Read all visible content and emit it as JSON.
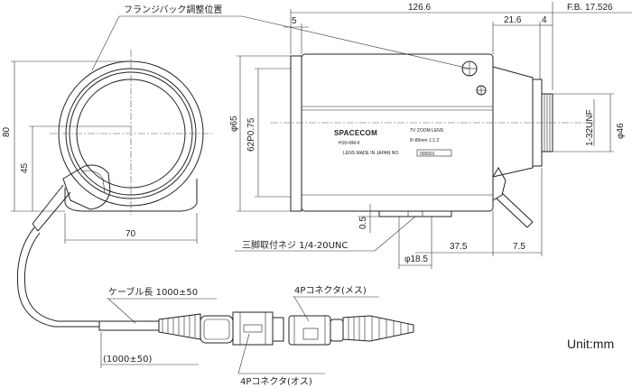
{
  "labels": {
    "flange_back_position": "フランジバック調整位置",
    "tripod_screw": "三脚取付ネジ 1/4-20UNC",
    "cable_length": "ケーブル長 1000±50",
    "cable_length_paren": "(1000±50)",
    "connector_female": "4Pコネクタ(メス)",
    "connector_male": "4Pコネクタ(オス)",
    "unit": "Unit:mm"
  },
  "dimensions": {
    "front_height": "80",
    "front_height_inner": "45",
    "front_width": "70",
    "total_length": "126.6",
    "offset_5": "5",
    "offset_21_6": "21.6",
    "offset_4": "4",
    "flange_back": "F.B. 17.526",
    "dia_65": "φ65",
    "thread_62": "62P0.75",
    "dia_46": "φ46",
    "mount_thread": "1-32UNF",
    "offset_0_5": "0.5",
    "dia_18_5": "φ18.5",
    "len_37_5": "37.5",
    "len_7_5": "7.5"
  },
  "lens_label": {
    "brand": "SPACECOM",
    "type": "TV ZOOM LENS",
    "model": "H10×8M-II",
    "range": "8~80mm 1:1.2",
    "made_in": "LENS MADE IN JAPAN NO.",
    "serial": "000001"
  }
}
